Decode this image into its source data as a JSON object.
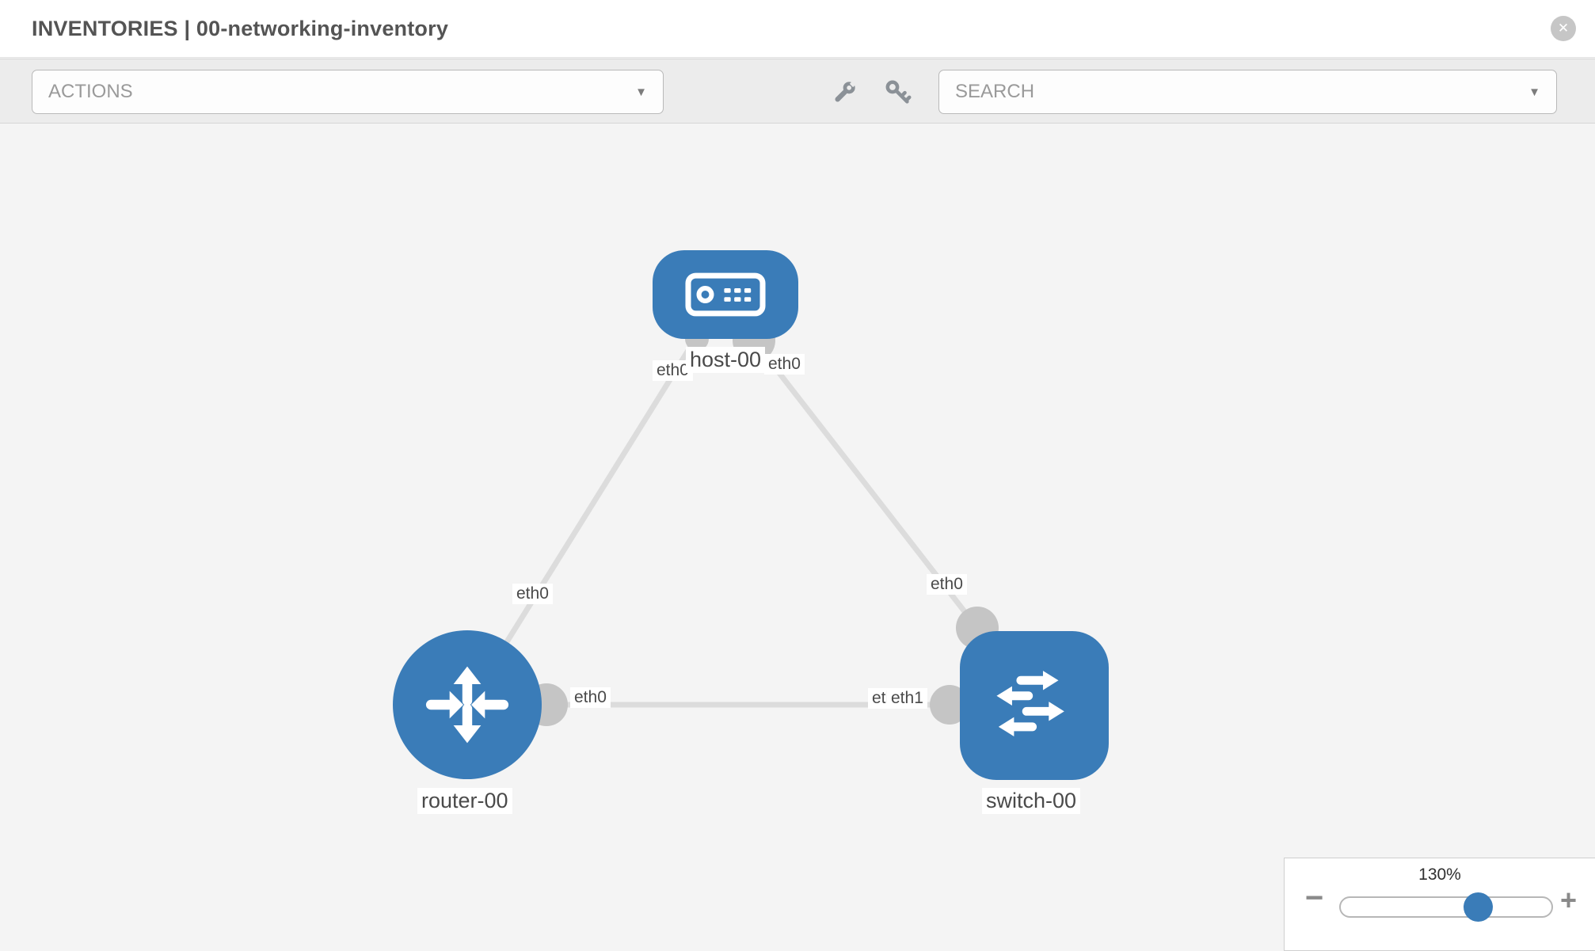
{
  "header": {
    "title": "INVENTORIES | 00-networking-inventory",
    "close_label": "✕"
  },
  "toolbar": {
    "actions_label": "ACTIONS",
    "search_label": "SEARCH",
    "chevron": "▼"
  },
  "topology": {
    "nodes": [
      {
        "id": "host-00",
        "type": "host",
        "label": "host-00"
      },
      {
        "id": "router-00",
        "type": "router",
        "label": "router-00"
      },
      {
        "id": "switch-00",
        "type": "switch",
        "label": "switch-00"
      }
    ],
    "links": [
      {
        "source": "host-00",
        "source_interface": "eth0",
        "target": "router-00",
        "target_interface": "eth0"
      },
      {
        "source": "host-00",
        "source_interface": "eth0",
        "target": "switch-00",
        "target_interface": "eth0"
      },
      {
        "source": "router-00",
        "source_interface": "eth0",
        "target": "switch-00",
        "target_interface": "eth1"
      }
    ],
    "interface_labels": {
      "host_left": "eth0",
      "host_right": "eth0",
      "router_top": "eth0",
      "switch_top": "eth0",
      "router_right": "eth0",
      "switch_left_back": "eth0",
      "switch_left": "eth1"
    }
  },
  "zoom_control": {
    "level": "130%",
    "minus_label": "−",
    "plus_label": "+"
  },
  "colors": {
    "node_blue": "#3a7cb8",
    "interface_gray": "#c5c5c5",
    "link_gray": "#dcdcdc",
    "toolbar_gray": "#ececec"
  }
}
